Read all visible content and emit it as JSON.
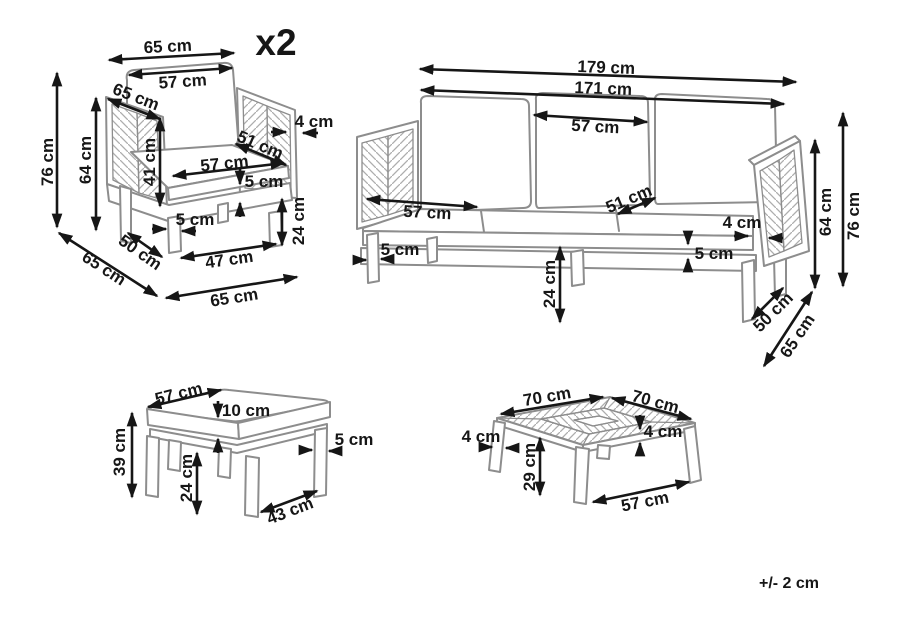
{
  "note": {
    "tolerance": "+/- 2 cm"
  },
  "armchair": {
    "quantity": "x2",
    "dims": {
      "top_width": "65 cm",
      "back_cushion_width": "57 cm",
      "arm_top_depth": "65 cm",
      "arm_panel_height": "41 cm",
      "arm_thickness": "4 cm",
      "seat_depth": "51 cm",
      "seat_width": "57 cm",
      "cushion_thickness": "5 cm",
      "leg_width": "5 cm",
      "leg_height": "24 cm",
      "base_width": "47 cm",
      "base_depth": "50 cm",
      "overall_depth": "65 cm",
      "front_width": "65 cm",
      "overall_height": "76 cm",
      "arm_height": "64 cm"
    }
  },
  "sofa": {
    "dims": {
      "overall_width": "179 cm",
      "inner_width": "171 cm",
      "back_cushion_width": "57 cm",
      "seat_cushion_width": "57 cm",
      "seat_depth": "51 cm",
      "arm_thickness": "4 cm",
      "rail_height": "5 cm",
      "leg_width": "5 cm",
      "leg_height": "24 cm",
      "base_depth": "50 cm",
      "overall_depth": "65 cm",
      "arm_height": "64 cm",
      "overall_height": "76 cm"
    }
  },
  "ottoman": {
    "dims": {
      "top_width": "57 cm",
      "cushion_thickness": "10 cm",
      "leg_width": "5 cm",
      "overall_height": "39 cm",
      "leg_height": "24 cm",
      "base_depth": "43 cm"
    }
  },
  "table": {
    "dims": {
      "top_width_left": "70 cm",
      "top_width_right": "70 cm",
      "leg_width": "4 cm",
      "top_thickness": "4 cm",
      "leg_height": "29 cm",
      "base_depth": "57 cm"
    }
  }
}
